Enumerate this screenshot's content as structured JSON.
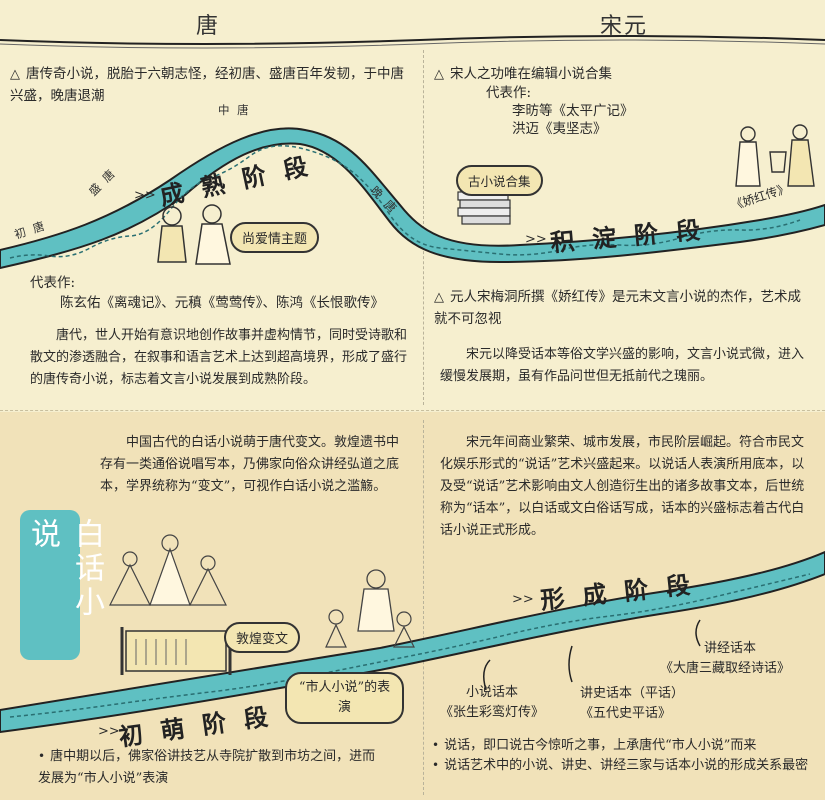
{
  "headers": {
    "tang": "唐",
    "songyuan": "宋元"
  },
  "tang": {
    "intro": "唐传奇小说，脱胎于六朝志怪，经初唐、盛唐百年发韧，于中唐兴盛，晚唐退潮",
    "points": {
      "chu": "初 唐",
      "sheng": "盛 唐",
      "zhong": "中 唐",
      "wan": "晚 唐"
    },
    "stage": "成熟阶段",
    "bubble": "尚爱情主题",
    "works_label": "代表作:",
    "works": "陈玄佑《离魂记》、元稹《莺莺传》、陈鸿《长恨歌传》",
    "para": "唐代，世人开始有意识地创作故事并虚构情节，同时受诗歌和散文的渗透融合，在叙事和语言艺术上达到超高境界，形成了盛行的唐传奇小说，标志着文言小说发展到成熟阶段。"
  },
  "songyuan": {
    "intro": "宋人之功唯在编辑小说合集",
    "rep_label": "代表作:",
    "rep1": "李昉等《太平广记》",
    "rep2": "洪迈《夷坚志》",
    "book_bubble": "古小说合集",
    "jiaohong": "《娇红传》",
    "stage": "积淀阶段",
    "note": "元人宋梅洞所撰《娇红传》是元末文言小说的杰作，艺术成就不可忽视",
    "para": "宋元以降受话本等俗文学兴盛的影响，文言小说式微，进入缓慢发展期，虽有作品问世但无抵前代之瑰丽。"
  },
  "baihua": {
    "title": "白话小说",
    "left_para": "中国古代的白话小说萌于唐代变文。敦煌遗书中存有一类通俗说唱写本，乃佛家向俗众讲经弘道之底本，学界统称为“变文”，可视作白话小说之滥觞。",
    "dunhuang": "敦煌变文",
    "shiren_bubble": "“市人小说”的表演",
    "stage1": "初萌阶段",
    "left_note": "唐中期以后，佛家俗讲技艺从寺院扩散到市坊之间，进而发展为“市人小说”表演",
    "right_para": "宋元年间商业繁荣、城市发展，市民阶层崛起。符合市民文化娱乐形式的“说话”艺术兴盛起来。以说话人表演所用底本，以及受“说话”艺术影响由文人创造衍生出的诸多故事文本，后世统称为“话本”，以白话或文白俗话写成，话本的兴盛标志着古代白话小说正式形成。",
    "stage2": "形成阶段",
    "huaben1_label": "小说话本",
    "huaben1_work": "《张生彩鸾灯传》",
    "huaben2_label": "讲史话本（平话）",
    "huaben2_work": "《五代史平话》",
    "huaben3_label": "讲经话本",
    "huaben3_work": "《大唐三藏取经诗话》",
    "right_note1": "说话，即口说古今惊听之事，上承唐代“市人小说”而来",
    "right_note2": "说话艺术中的小说、讲史、讲经三家与话本小说的形成关系最密"
  },
  "colors": {
    "river": "#5fc0c2",
    "river_line": "#2b2b2b",
    "bg_top": "#f6efcf",
    "bg_bottom": "#f1e2b9",
    "title_box": "#5fc0c2"
  }
}
